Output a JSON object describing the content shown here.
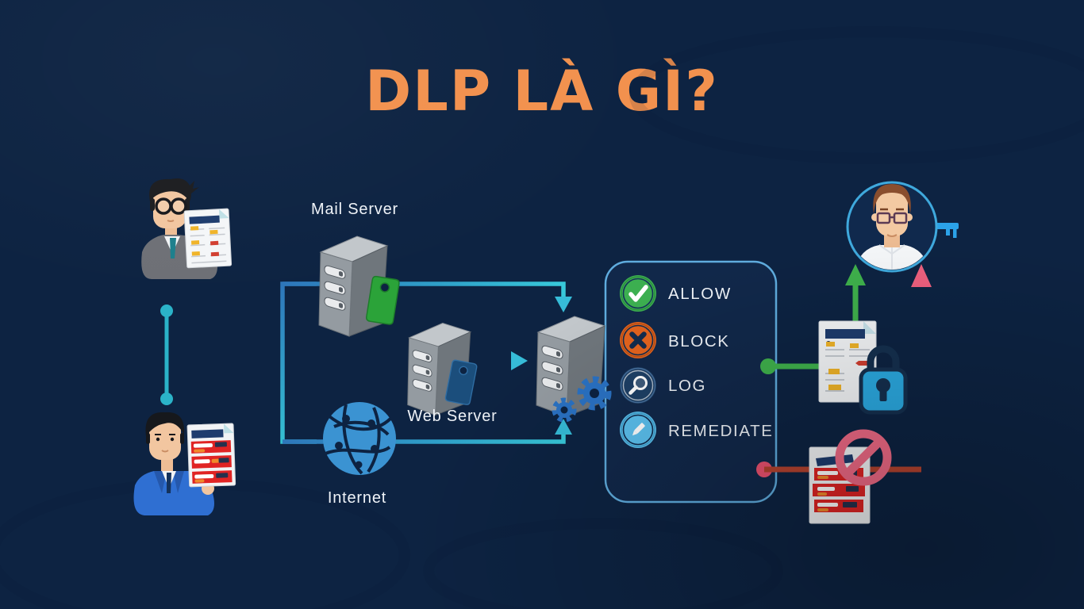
{
  "title": {
    "text": "DLP LÀ GÌ?"
  },
  "nodes": {
    "user_top": {
      "icon": "businessman-with-document-icon"
    },
    "user_bottom": {
      "icon": "businessman-with-red-document-icon"
    },
    "mail_server": {
      "label": "Mail Server",
      "icon": "server-with-green-tag-icon"
    },
    "web_server": {
      "label": "Web Server",
      "icon": "server-with-blue-tag-icon"
    },
    "internet": {
      "label": "Internet",
      "icon": "globe-network-icon"
    },
    "dlp_server": {
      "icon": "server-with-gears-icon"
    }
  },
  "policy_panel": {
    "actions": [
      {
        "label": "ALLOW",
        "icon": "check-circle-icon",
        "color": "#3CAF50"
      },
      {
        "label": "BLOCK",
        "icon": "x-circle-icon",
        "color": "#E4641E"
      },
      {
        "label": "LOG",
        "icon": "magnifier-circle-icon",
        "color": "#1E4066"
      },
      {
        "label": "REMEDIATE",
        "icon": "pencil-circle-icon",
        "color": "#5BC0EE"
      }
    ]
  },
  "outcomes": {
    "allowed": {
      "icon": "document-with-lock-icon",
      "arrow_color": "#3FB14C"
    },
    "blocked": {
      "icon": "document-blocked-icon",
      "arrow_color": "#EE607E"
    },
    "recipient": {
      "icon": "user-with-key-icon"
    }
  },
  "colors": {
    "background": "#0D2342",
    "title": "#F2914E",
    "flow_line_blue": "#2E76BA",
    "flow_line_teal": "#2FB9CF",
    "arrow_cyan": "#36BCD8",
    "allow_green": "#3FB14C",
    "deny_pink": "#EE607E",
    "deny_red": "#B5432F",
    "panel_border": "#5FACDE",
    "label_text": "#EFF3F8"
  }
}
